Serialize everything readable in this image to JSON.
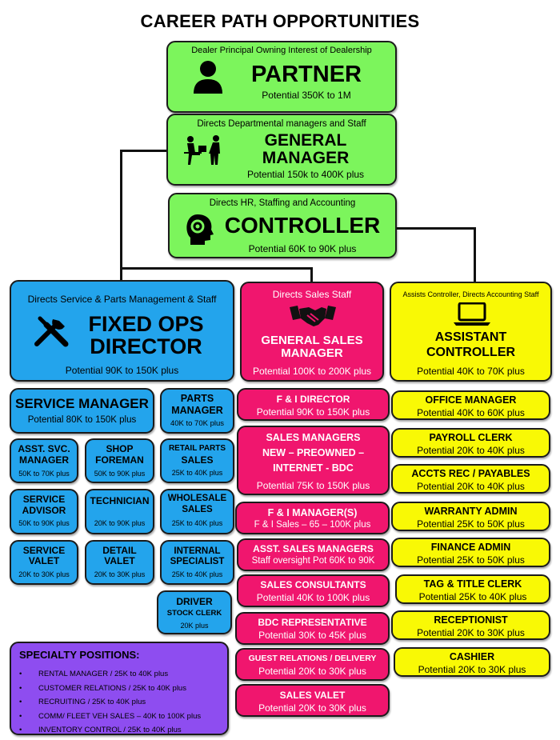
{
  "title": "CAREER  PATH OPPORTUNITIES",
  "top": [
    {
      "note": "Dealer Principal Owning Interest of Dealership",
      "title": "PARTNER",
      "pay": "Potential 350K to 1M",
      "icon": "person-icon"
    },
    {
      "note": "Directs Departmental managers and Staff",
      "title1": "GENERAL",
      "title2": "MANAGER",
      "pay": "Potential 150k to 400K plus",
      "icon": "office-workers-icon"
    },
    {
      "note": "Directs HR, Staffing and Accounting",
      "title": "CONTROLLER",
      "pay": "Potential 60K to 90K plus",
      "icon": "head-gear-icon"
    }
  ],
  "fixed_ops": {
    "note": "Directs Service & Parts Management & Staff",
    "title1": "FIXED OPS",
    "title2": "DIRECTOR",
    "pay": "Potential 90K to 150K plus",
    "icon": "wrench-screwdriver-icon"
  },
  "sales": {
    "note": "Directs Sales Staff",
    "title1": "GENERAL SALES",
    "title2": "MANAGER",
    "pay": "Potential 100K to 200K plus",
    "icon": "handshake-icon"
  },
  "asst_controller": {
    "note": "Assists Controller, Directs Accounting Staff",
    "title1": "ASSISTANT",
    "title2": "CONTROLLER",
    "pay": "Potential 40K to 70K plus",
    "icon": "laptop-icon"
  },
  "service_manager": {
    "title": "SERVICE MANAGER",
    "pay": "Potential 80K to 150K plus"
  },
  "parts_manager": {
    "title1": "PARTS",
    "title2": "MANAGER",
    "pay": "40K to 70K plus"
  },
  "blue_small": [
    {
      "t1": "ASST. SVC.",
      "t2": "MANAGER",
      "pay": "50K to 70K plus"
    },
    {
      "t1": "SHOP",
      "t2": "FOREMAN",
      "pay": "50K to 90K plus"
    },
    {
      "t1": "RETAIL PARTS",
      "t2": "SALES",
      "pay": "25K to 40K plus"
    },
    {
      "t1": "SERVICE",
      "t2": "ADVISOR",
      "pay": "50K to 90K plus"
    },
    {
      "t1": "TECHNICIAN",
      "t2": "",
      "pay": "20K to 90K plus"
    },
    {
      "t1": "WHOLESALE",
      "t2": "SALES",
      "pay": "25K to 40K plus"
    },
    {
      "t1": "SERVICE",
      "t2": "VALET",
      "pay": "20K to 30K plus"
    },
    {
      "t1": "DETAIL",
      "t2": "VALET",
      "pay": "20K to 30K plus"
    },
    {
      "t1": "INTERNAL",
      "t2": "SPECIALIST",
      "pay": "25K to 40K plus"
    },
    {
      "t1": "DRIVER",
      "t2": "STOCK CLERK",
      "pay": "20K plus"
    }
  ],
  "pink": [
    {
      "t1": "F & I DIRECTOR",
      "pay": "Potential 90K to 150K plus"
    },
    {
      "t1": "SALES MANAGERS",
      "t2": "NEW – PREOWNED –",
      "t3": "INTERNET - BDC",
      "pay": "Potential 75K to 150K plus"
    },
    {
      "t1": "F & I MANAGER(S)",
      "pay": "F & I Sales – 65 – 100K plus"
    },
    {
      "t1": "ASST. SALES MANAGERS",
      "pay": "Staff oversight Pot 60K to 90K"
    },
    {
      "t1": "SALES CONSULTANTS",
      "pay": "Potential 40K to 100K plus"
    },
    {
      "t1": "BDC REPRESENTATIVE",
      "pay": "Potential 30K to 45K plus"
    },
    {
      "t1": "GUEST RELATIONS / DELIVERY",
      "pay": "Potential 20K to 30K plus"
    },
    {
      "t1": "SALES VALET",
      "pay": "Potential 20K to 30K plus"
    }
  ],
  "yellow": [
    {
      "t1": "OFFICE MANAGER",
      "pay": "Potential 40K to 60K plus"
    },
    {
      "t1": "PAYROLL CLERK",
      "pay": "Potential 20K to 40K plus"
    },
    {
      "t1": "ACCTS REC / PAYABLES",
      "pay": "Potential 20K to 40K plus"
    },
    {
      "t1": "WARRANTY ADMIN",
      "pay": "Potential 25K to 50K plus"
    },
    {
      "t1": "FINANCE ADMIN",
      "pay": "Potential 25K to 50K plus"
    },
    {
      "t1": "TAG & TITLE CLERK",
      "pay": "Potential 25K to 40K plus"
    },
    {
      "t1": "RECEPTIONIST",
      "pay": "Potential 20K to 30K plus"
    },
    {
      "t1": "CASHIER",
      "pay": "Potential 20K to 30K plus"
    }
  ],
  "specialty": {
    "title": "SPECIALTY POSITIONS:",
    "items": [
      "RENTAL MANAGER / 25K to 40K plus",
      "CUSTOMER RELATIONS / 25K to 40K plus",
      "RECRUITING / 25K to 40K plus",
      "COMM/ FLEET VEH SALES – 40K to 100K plus",
      "INVENTORY CONTROL / 25K to 40K plus"
    ]
  }
}
